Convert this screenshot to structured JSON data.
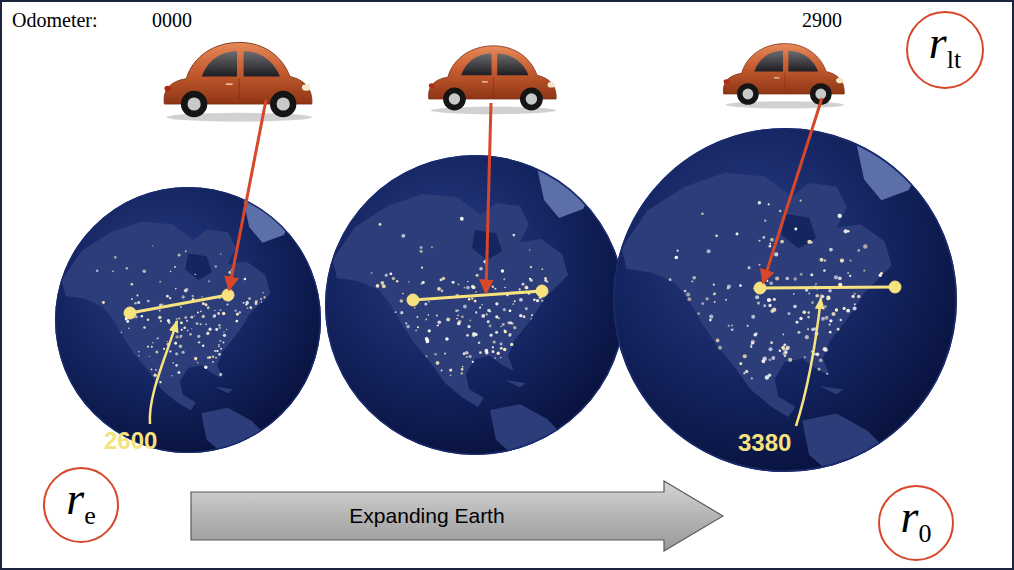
{
  "diagram": {
    "nodes": [
      {
        "text": [
          "r",
          "lt"
        ]
      },
      {
        "text": [
          "r",
          "e"
        ]
      },
      {
        "text": [
          "Expanding Earth"
        ]
      },
      {
        "text": [
          "r",
          "0"
        ]
      }
    ],
    "labels": [
      "Odometer:",
      "0000",
      "2900",
      "2600",
      "3380"
    ]
  }
}
